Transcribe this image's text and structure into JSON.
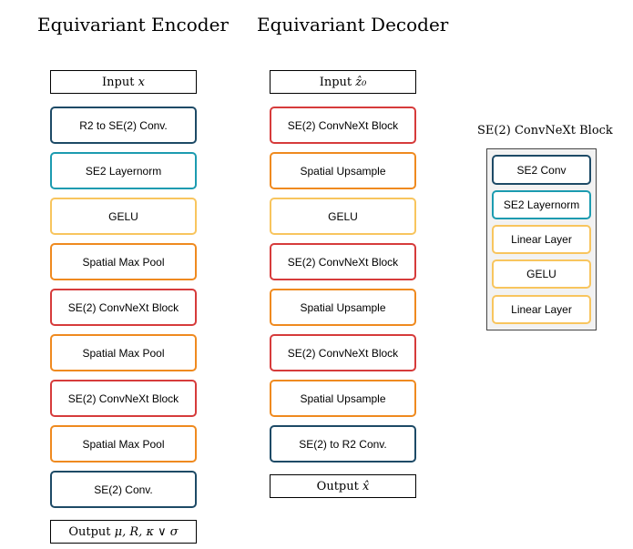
{
  "colors": {
    "navy": "#1d4a66",
    "teal": "#1c9bb0",
    "yellow": "#f8c55e",
    "orange": "#ef8a1f",
    "red": "#d63b3b"
  },
  "encoder": {
    "title": "Equivariant Encoder",
    "input": {
      "text": "Input ",
      "symbol": "x"
    },
    "blocks": [
      {
        "label": "R2 to SE(2) Conv.",
        "color": "#1d4a66"
      },
      {
        "label": "SE2 Layernorm",
        "color": "#1c9bb0"
      },
      {
        "label": "GELU",
        "color": "#f8c55e"
      },
      {
        "label": "Spatial Max Pool",
        "color": "#ef8a1f"
      },
      {
        "label": "SE(2) ConvNeXt Block",
        "color": "#d63b3b"
      },
      {
        "label": "Spatial Max Pool",
        "color": "#ef8a1f"
      },
      {
        "label": "SE(2) ConvNeXt Block",
        "color": "#d63b3b"
      },
      {
        "label": "Spatial Max Pool",
        "color": "#ef8a1f"
      },
      {
        "label": "SE(2) Conv.",
        "color": "#1d4a66"
      }
    ],
    "output": {
      "text": "Output ",
      "symbol": "μ, R, κ ∨ σ"
    }
  },
  "decoder": {
    "title": "Equivariant Decoder",
    "input": {
      "text": "Input ",
      "symbol": "ẑ₀"
    },
    "blocks": [
      {
        "label": "SE(2) ConvNeXt Block",
        "color": "#d63b3b"
      },
      {
        "label": "Spatial Upsample",
        "color": "#ef8a1f"
      },
      {
        "label": "GELU",
        "color": "#f8c55e"
      },
      {
        "label": "SE(2) ConvNeXt Block",
        "color": "#d63b3b"
      },
      {
        "label": "Spatial Upsample",
        "color": "#ef8a1f"
      },
      {
        "label": "SE(2) ConvNeXt Block",
        "color": "#d63b3b"
      },
      {
        "label": "Spatial Upsample",
        "color": "#ef8a1f"
      },
      {
        "label": "SE(2) to R2 Conv.",
        "color": "#1d4a66"
      }
    ],
    "output": {
      "text": "Output ",
      "symbol": "x̂"
    }
  },
  "convnext": {
    "title": "SE(2) ConvNeXt Block",
    "blocks": [
      {
        "label": "SE2 Conv",
        "color": "#1d4a66"
      },
      {
        "label": "SE2 Layernorm",
        "color": "#1c9bb0"
      },
      {
        "label": "Linear Layer",
        "color": "#f8c55e"
      },
      {
        "label": "GELU",
        "color": "#f8c55e"
      },
      {
        "label": "Linear Layer",
        "color": "#f8c55e"
      }
    ]
  }
}
